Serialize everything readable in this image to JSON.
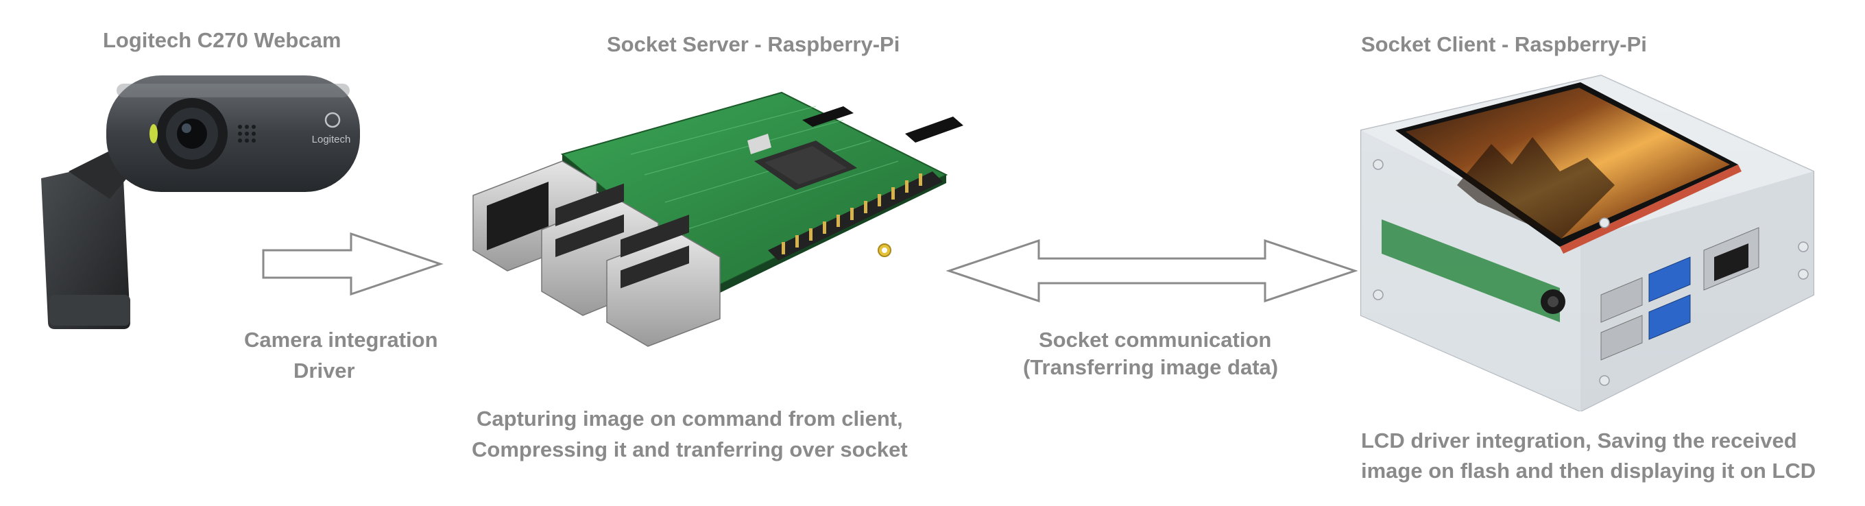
{
  "nodes": {
    "webcam": {
      "title": "Logitech C270 Webcam",
      "brand": "Logitech"
    },
    "server": {
      "title": "Socket Server - Raspberry-Pi",
      "caption_line1": "Capturing image on command from client,",
      "caption_line2": "Compressing it and tranferring over socket"
    },
    "client": {
      "title": "Socket Client - Raspberry-Pi",
      "caption_line1": "LCD driver integration, Saving the received",
      "caption_line2": "image on flash and then displaying it on LCD"
    }
  },
  "edges": {
    "camera_to_server": {
      "label_line1": "Camera integration",
      "label_line2": "Driver",
      "direction": "right"
    },
    "server_client": {
      "label_line1": "Socket communication",
      "label_line2": "(Transferring image data)",
      "direction": "bidirectional"
    }
  },
  "colors": {
    "text": "#8a8a8a",
    "arrow_stroke": "#8a8a8a",
    "board_green": "#2f8a45"
  }
}
